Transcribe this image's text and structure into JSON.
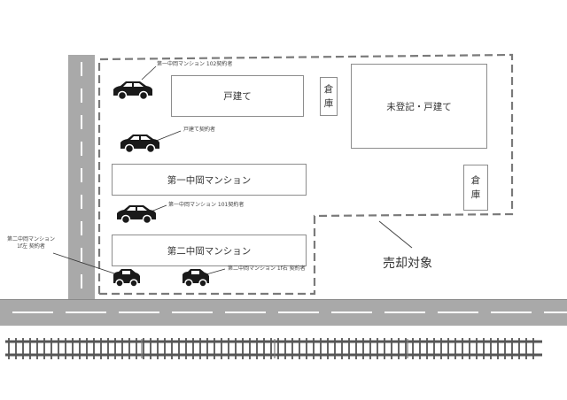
{
  "buildings": {
    "kodate": "戸建て",
    "soko_top": [
      "倉",
      "庫"
    ],
    "mitoki": "未登記・戸建て",
    "soko_right": [
      "倉",
      "庫"
    ],
    "daiichi": "第一中岡マンション",
    "daini": "第二中岡マンション"
  },
  "labels": {
    "daiichi_102": "第一中岡マンション 102契約者",
    "kodate_keiyaku": "戸建て契約者",
    "daiichi_101": "第一中岡マンション 101契約者",
    "daini_1f_left_line1": "第二中岡マンション",
    "daini_1f_left_line2": "1f左 契約者",
    "daini_1f_right": "第二中岡マンション 1f右 契約者",
    "sale": "売却対象"
  },
  "icons": {
    "car": "car-icon",
    "railway": "railway-track-icon"
  },
  "colors": {
    "road": "#a9a9a9",
    "car": "#1a1a1a",
    "boundary": "#7a7a7a"
  }
}
